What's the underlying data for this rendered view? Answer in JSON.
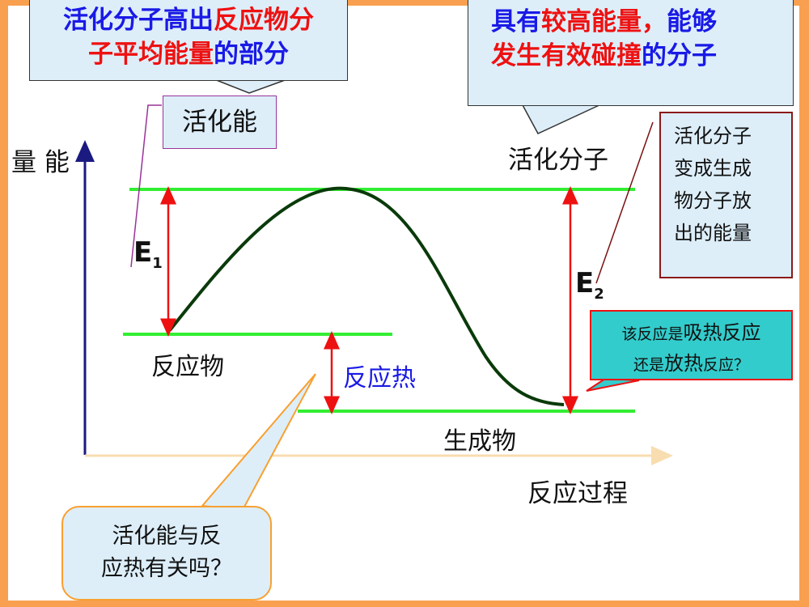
{
  "colors": {
    "border": "#f8a050",
    "level_line": "#33ee33",
    "arrow": "#ee1111",
    "curve": "#0a3a0a",
    "axis_y": "#1a1a80",
    "axis_x": "#f8ddb0",
    "callout_fill": "#ddeef9",
    "teal": "#33cccc",
    "blue_text": "#1a1ae6",
    "red_text": "#ee1111"
  },
  "callout_top_left": {
    "line1_blue": "活化分子高出",
    "line1_red": "反应物分",
    "line2_red": "子平均能量",
    "line2_blue": "的部分"
  },
  "activation_energy_box": "活化能",
  "callout_top_right": {
    "line1_blue_a": "具有",
    "line1_red": "较高能量，",
    "line1_blue_b": "能够",
    "line2_red": "发生有效碰撞",
    "line2_blue": "的分子"
  },
  "activated_molecule_label": "活化分子",
  "energy_release_box": [
    "活化分子",
    "变成生成",
    "物分子放",
    "出的能量"
  ],
  "y_axis_label": "量 能",
  "x_axis_label": "反应过程",
  "e1": {
    "letter": "E",
    "sub": "1"
  },
  "e2": {
    "letter": "E",
    "sub": "2"
  },
  "reactants_label": "反应物",
  "products_label": "生成物",
  "heat_label": "反应热",
  "question_box": {
    "l1_small": "该反应是",
    "l1_big": "吸热反应",
    "l2_small_a": "还是",
    "l2_big": "放热",
    "l2_small_b": "反应？"
  },
  "bottom_callout": [
    "活化能与反",
    "应热有关吗？"
  ]
}
